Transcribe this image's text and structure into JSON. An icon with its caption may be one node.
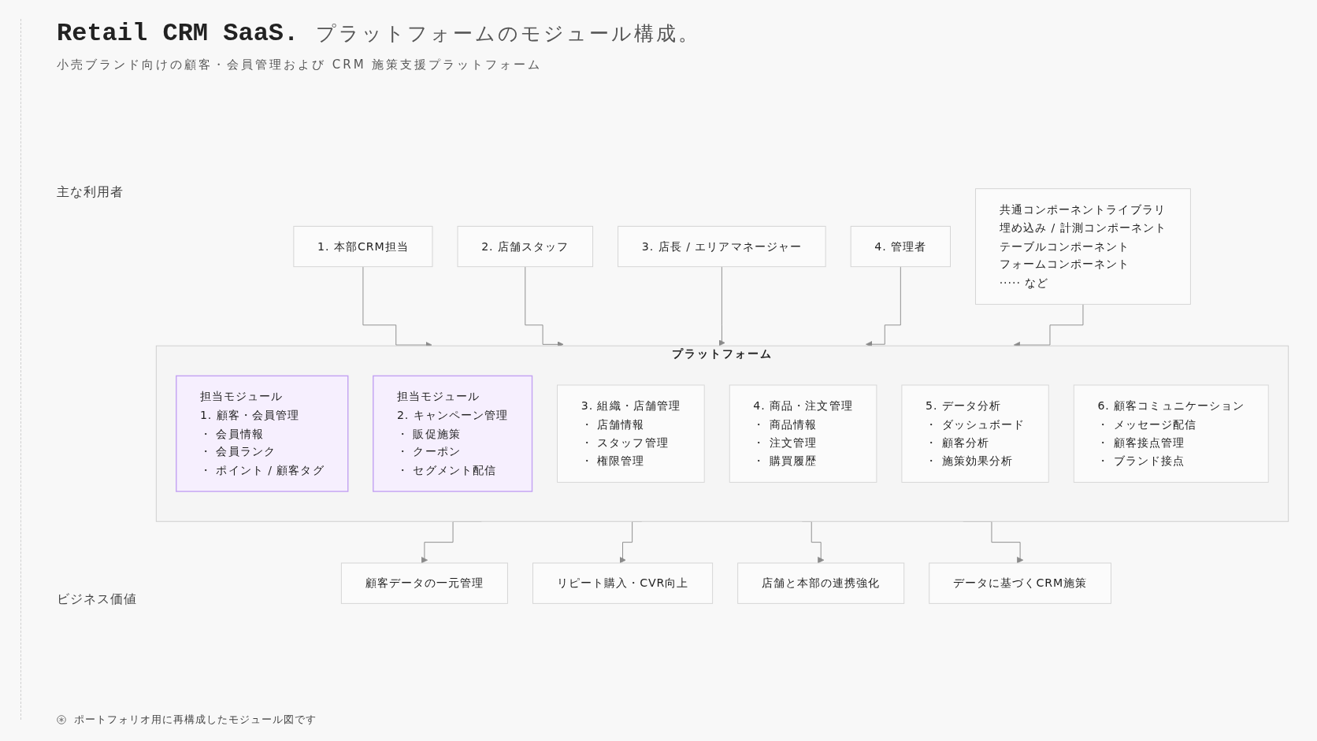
{
  "diagram": {
    "title": "Retail CRM SaaS.",
    "caption": "ポートフォリオ用に再構成したモジュール図です",
    "nodes": [
      {
        "text": [
          "1. 本部CRM担当"
        ]
      },
      {
        "text": [
          "2. 店舗スタッフ"
        ]
      },
      {
        "text": [
          "3. 店長 / エリアマネージャー"
        ]
      },
      {
        "text": [
          "4. 管理者"
        ]
      },
      {
        "text": [
          "プラットフォーム"
        ]
      },
      {
        "text": [
          "担当モジュール",
          "1. 顧客・会員管理",
          "・ 会員情報",
          "・ 会員ランク",
          "・ ポイント / 顧客タグ"
        ],
        "in": 4
      },
      {
        "text": [
          "担当モジュール",
          "2. キャンペーン管理",
          "・ 販促施策",
          "・ クーポン",
          "・ セグメント配信"
        ],
        "in": 4
      },
      {
        "text": [
          "3. 組織・店舗管理",
          "・ 店舗情報",
          "・ スタッフ管理",
          "・ 権限管理"
        ],
        "in": 4
      },
      {
        "text": [
          "4. 商品・注文管理",
          "・ 商品情報",
          "・ 注文管理",
          "・ 購買履歴"
        ],
        "in": 4
      },
      {
        "text": [
          "5. データ分析",
          "・ ダッシュボード",
          "・ 顧客分析",
          "・ 施策効果分析"
        ],
        "in": 4
      },
      {
        "text": [
          "6. 顧客コミュニケーション",
          "・ メッセージ配信",
          "・ 顧客接点管理",
          "・ ブランド接点"
        ],
        "in": 4
      },
      {
        "text": [
          "共通コンポーネントライブラリ",
          "埋め込み / 計測コンポーネント",
          "テーブルコンポーネント",
          "フォームコンポーネント",
          "····· など"
        ]
      },
      {
        "text": [
          "顧客データの一元管理"
        ]
      },
      {
        "text": [
          "リピート購入・CVR向上"
        ]
      },
      {
        "text": [
          "店舗と本部の連携強化"
        ]
      },
      {
        "text": [
          "データに基づくCRM施策"
        ]
      }
    ],
    "edges": [
      {
        "from": 0,
        "to": 4,
        "arrow": "to"
      },
      {
        "from": 1,
        "to": 4,
        "arrow": "to"
      },
      {
        "from": 2,
        "to": 4,
        "arrow": "to"
      },
      {
        "from": 3,
        "to": 4,
        "arrow": "to"
      },
      {
        "from": 11,
        "to": 4,
        "arrow": "to"
      },
      {
        "from": 4,
        "to": 12,
        "arrow": "to"
      },
      {
        "from": 4,
        "to": 13,
        "arrow": "to"
      },
      {
        "from": 4,
        "to": 14,
        "arrow": "to"
      },
      {
        "from": 4,
        "to": 15,
        "arrow": "to"
      }
    ],
    "labels": [
      "プラットフォームのモジュール構成。",
      "小売ブランド向けの顧客・会員管理および CRM 施策支援プラットフォーム",
      "主な利用者",
      "ビジネス価値"
    ]
  }
}
